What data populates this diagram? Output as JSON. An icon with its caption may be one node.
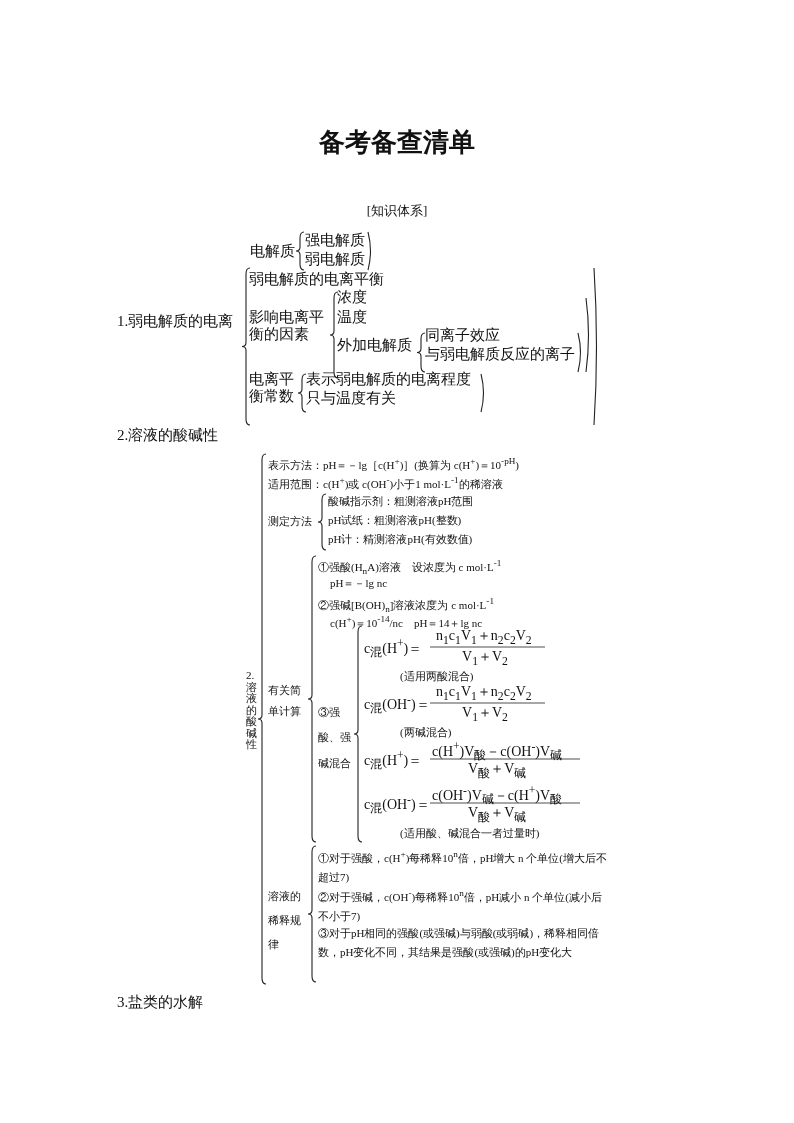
{
  "diagram": {
    "title": "备考备查清单",
    "labels": [
      "[知识体系]",
      "电解质",
      "强电解质",
      "弱电解质",
      "1.弱电解质的电离",
      "弱电解质的电离平衡",
      "影响电离平衡的因素",
      "浓度",
      "温度",
      "外加电解质",
      "同离子效应",
      "与弱电解质反应的离子",
      "电离平衡常数",
      "表示弱电解质的电离程度",
      "只与温度有关",
      "2.溶液的酸碱性",
      "表示方法：pH＝－lg［c(H$^{+}$)］(换算为 c(H$^{+}$)＝10$^{-pH}$)",
      "适用范围：c(H$^{+}$)或 c(OH$^{-}$)小于1 mol·L$^{-1}$的稀溶液",
      "测定方法",
      "酸碱指示剂：粗测溶液pH范围",
      "pH试纸：粗测溶液pH(整数)",
      "pH计：精测溶液pH(有效数值)",
      "2.溶液的酸碱性",
      "有关简单计算",
      "①强酸(H$_{n}$A)溶液　设浓度为 c mol·L$^{-1}$",
      "pH＝－lg nc",
      "②强碱[B(OH)$_{n}$]溶液浓度为 c mol·L$^{-1}$",
      "c(H$^{+}$)＝10$^{-14}$/nc　pH＝14＋lg nc",
      "③强酸、强碱混合",
      "c$_{混}$(H$^{+}$)＝",
      "n$_{1}$c$_{1}$V$_{1}$＋n$_{2}$c$_{2}$V$_{2}$",
      "V$_{1}$＋V$_{2}$",
      "(适用两酸混合)",
      "c$_{混}$(OH$^{-}$)＝",
      "n$_{1}$c$_{1}$V$_{1}$＋n$_{2}$c$_{2}$V$_{2}$",
      "V$_{1}$＋V$_{2}$",
      "(两碱混合)",
      "c$_{混}$(H$^{+}$)＝",
      "c(H$^{+}$)V$_{酸}$－c(OH$^{-}$)V$_{碱}$",
      "V$_{酸}$＋V$_{碱}$",
      "c$_{混}$(OH$^{-}$)＝",
      "c(OH$^{-}$)V$_{碱}$－c(H$^{+}$)V$_{酸}$",
      "V$_{酸}$＋V$_{碱}$",
      "(适用酸、碱混合一者过量时)",
      "溶液的稀释规律",
      "①对于强酸，c(H$^{+}$)每稀释10$^{n}$倍，pH增大 n 个单位(增大后不超过7)",
      "②对于强碱，c(OH$^{-}$)每稀释10$^{n}$倍，pH减小 n 个单位(减小后不小于7)",
      "③对于pH相同的强酸(或强碱)与弱酸(或弱碱)，稀释相同倍数，pH变化不同，其结果是强酸(或强碱)的pH变化大",
      "3.盐类的水解"
    ]
  }
}
